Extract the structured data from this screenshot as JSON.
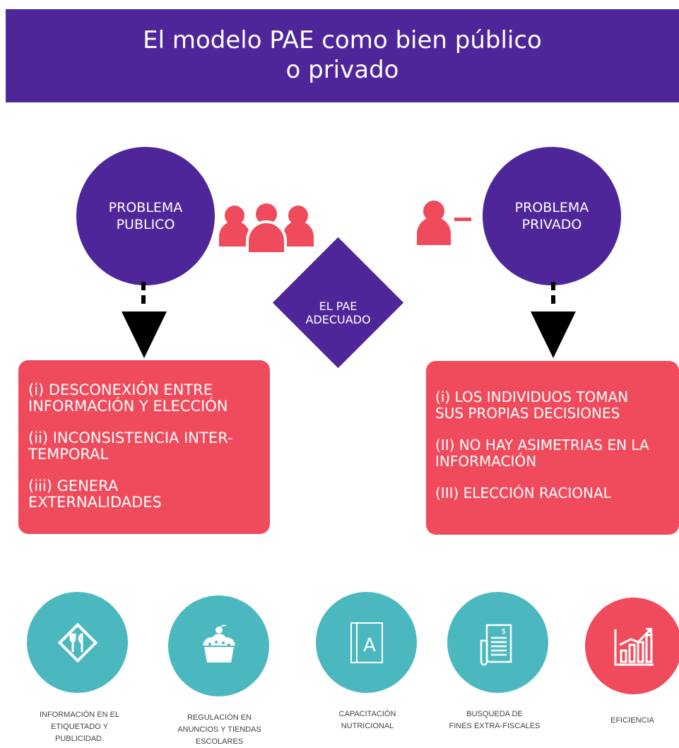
{
  "header": {
    "title_line1": "El modelo PAE como bien público",
    "title_line2": "o privado"
  },
  "left_circle": {
    "line1": "PROBLEMA",
    "line2": "PUBLICO"
  },
  "right_circle": {
    "line1": "PROBLEMA",
    "line2": "PRIVADO"
  },
  "center_diamond": {
    "line1": "EL PAE",
    "line2": "ADECUADO"
  },
  "left_box": {
    "items": [
      {
        "line1": "(i) DESCONEXIÓN ENTRE",
        "line2": "INFORMACIÓN Y ELECCIÓN"
      },
      {
        "line1": "(ii) INCONSISTENCIA INTER-",
        "line2": "TEMPORAL"
      },
      {
        "line1": "(iii) GENERA",
        "line2": "EXTERNALIDADES"
      }
    ]
  },
  "right_box": {
    "items": [
      {
        "line1": "(i) LOS INDIVIDUOS TOMAN",
        "line2": "SUS PROPIAS DECISIONES"
      },
      {
        "line1": "(II) NO HAY ASIMETRIAS EN LA",
        "line2": "INFORMACIÓN"
      },
      {
        "line1": "(III) ELECCIÓN RACIONAL",
        "line2": ""
      }
    ]
  },
  "bottom": [
    {
      "icon": "food-label-icon",
      "color": "#4bb8bf",
      "lines": [
        "INFORMACIÓN EN EL",
        "ETIQUETADO Y",
        "PUBLICIDAD."
      ]
    },
    {
      "icon": "cake-icon",
      "color": "#4bb8bf",
      "lines": [
        "REGULACIÓN EN",
        "ANUNCIOS Y TIENDAS",
        "ESCOLARES"
      ]
    },
    {
      "icon": "book-icon",
      "color": "#4bb8bf",
      "lines": [
        "CAPACITACIÓN",
        "NUTRICIONAL"
      ]
    },
    {
      "icon": "receipt-icon",
      "color": "#4bb8bf",
      "lines": [
        "BUSQUEDA DE",
        "FINES EXTRA-FISCALES"
      ]
    },
    {
      "icon": "growth-chart-icon",
      "color": "#ef4b5c",
      "lines": [
        "EFICIENCIA"
      ]
    }
  ],
  "colors": {
    "purple": "#4f2699",
    "coral": "#ef4b5c",
    "teal": "#4bb8bf"
  }
}
